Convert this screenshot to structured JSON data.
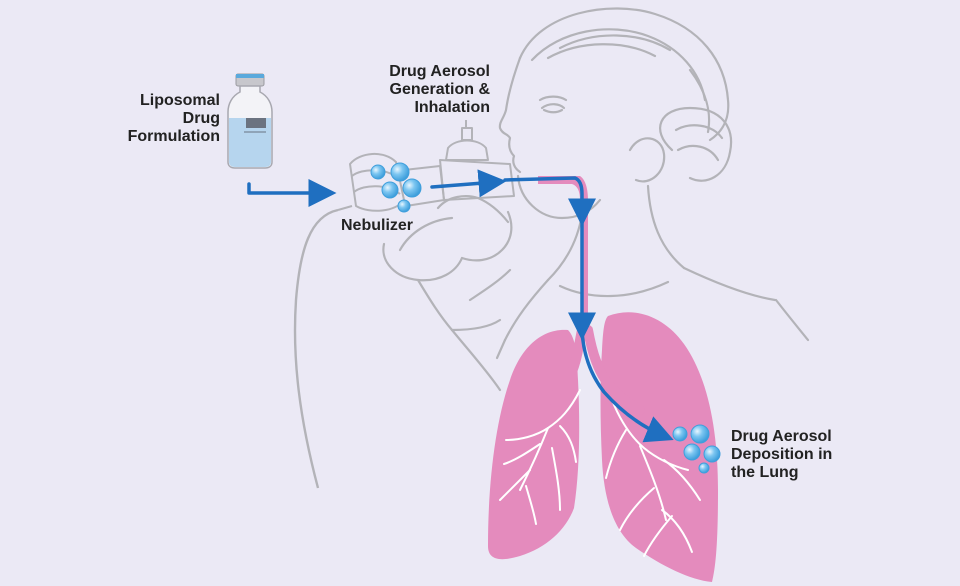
{
  "labels": {
    "formulation": [
      "Liposomal",
      "Drug",
      "Formulation"
    ],
    "aerosol_generation": [
      "Drug Aerosol",
      "Generation &",
      "Inhalation"
    ],
    "nebulizer": "Nebulizer",
    "deposition": [
      "Drug Aerosol",
      "Deposition in",
      "the Lung"
    ]
  },
  "colors": {
    "background": "#ebe9f5",
    "lung": "#e48bbd",
    "lung_vessel": "#ffffff",
    "airway": "#e48bbd",
    "flow_arrow": "#1f6fc0",
    "particle": "#5bb5ea",
    "outline": "#b3b3b8",
    "vial_liquid": "#b6d5ee"
  },
  "icons": {
    "vial": "vial-icon",
    "particles": "aerosol-particles-icon",
    "lungs": "lungs-icon",
    "person": "person-outline-icon",
    "nebulizer": "nebulizer-device-icon"
  }
}
